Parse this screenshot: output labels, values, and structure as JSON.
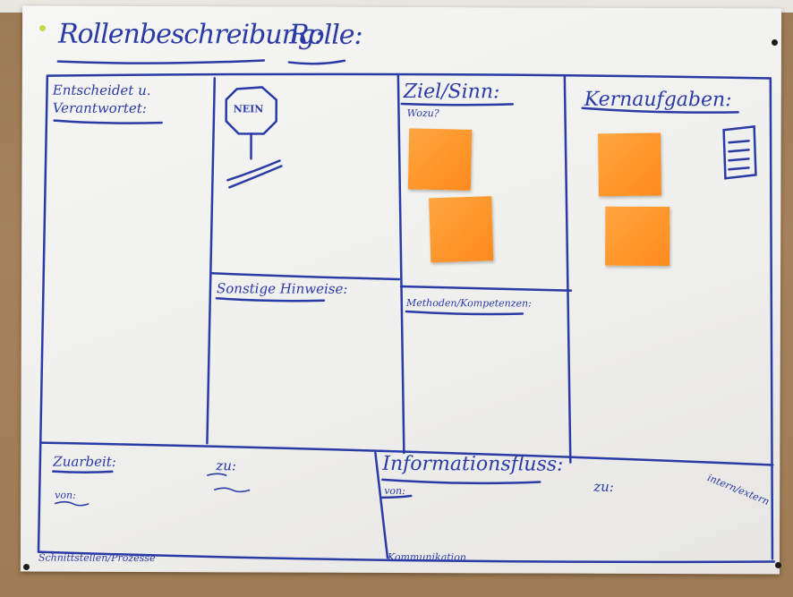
{
  "title": "Rollenbeschreibung:",
  "title_role": "Rolle:",
  "cells": {
    "decides": "Entscheidet u. Verantwortet:",
    "no_sign": "NEIN",
    "purpose": "Ziel/Sinn:",
    "purpose_why": "Wozu?",
    "core_tasks": "Kernaufgaben:",
    "other_notes": "Sonstige Hinweise:",
    "methods": "Methoden/Kompetenzen:",
    "zuarbeit": "Zuarbeit:",
    "zu_left": "zu:",
    "von_left": "von:",
    "interfaces": "Schnittstellen/Prozesse",
    "info_flow": "Informationsfluss:",
    "von_right": "von:",
    "zu_right": "zu:",
    "intern_extern": "intern/extern",
    "communication": "Kommunikation"
  },
  "colors": {
    "marker": "#2a3aa6",
    "sticky": "#ff9529",
    "paper": "#f3f3f1",
    "backboard": "#a07e57"
  }
}
